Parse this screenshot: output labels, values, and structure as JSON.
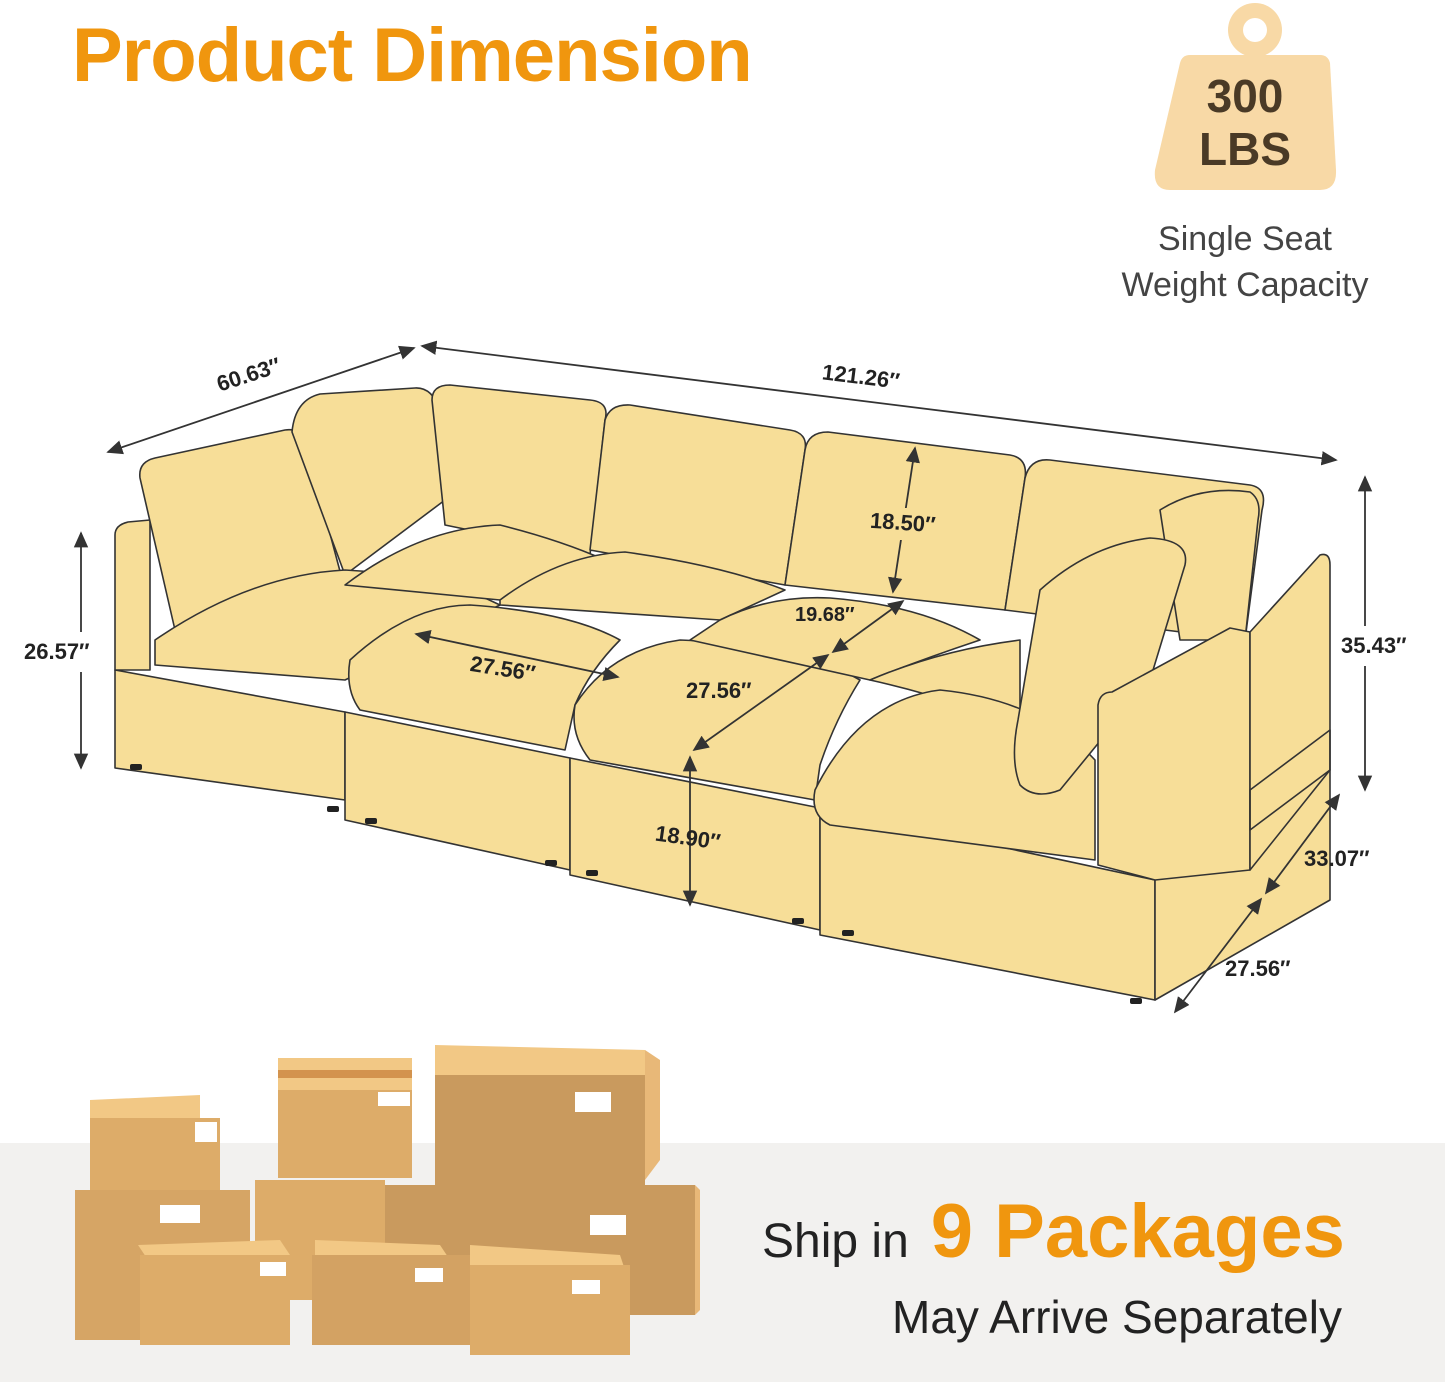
{
  "header": {
    "title": "Product Dimension"
  },
  "weight_badge": {
    "value": "300",
    "unit": "LBS",
    "caption_line1": "Single Seat",
    "caption_line2": "Weight Capacity",
    "color": "#f8d9a6"
  },
  "dimensions": {
    "depth_total": "60.63″",
    "width_total": "121.26″",
    "back_height": "18.50″",
    "seat_depth": "19.68″",
    "seat_width": "27.56″",
    "seat_diagonal": "27.56″",
    "seat_height": "18.90″",
    "arm_height": "26.57″",
    "overall_height": "35.43″",
    "arm_depth": "33.07″",
    "arm_width": "27.56″"
  },
  "shipping": {
    "prefix": "Ship in",
    "packages": "9 Packages",
    "note": "May Arrive Separately"
  },
  "colors": {
    "accent": "#f0960e",
    "sofa": "#f7de98",
    "box": "#d9a865",
    "floor": "#f2f1ef"
  }
}
